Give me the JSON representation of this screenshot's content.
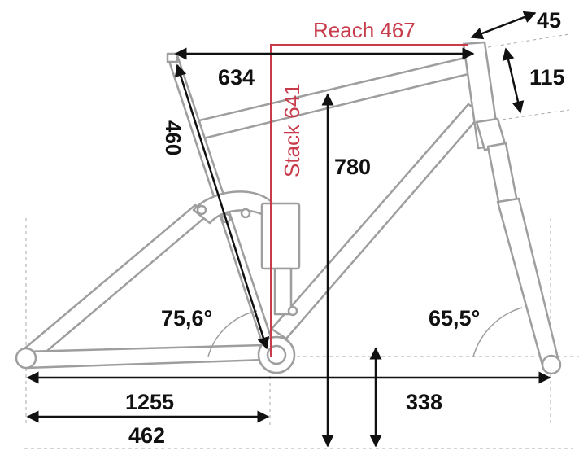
{
  "labels": {
    "reach": "Reach 467",
    "stack": "Stack 641",
    "top_tube": "634",
    "seat_tube": "460",
    "stem_offset": "45",
    "head_tube": "115",
    "standover": "780",
    "seat_angle": "75,6°",
    "head_angle": "65,5°",
    "wheelbase": "1255",
    "front_center": "338",
    "chainstay": "462"
  },
  "colors": {
    "frame": "#9e9e9e",
    "dimension": "#111111",
    "accent": "#c83b4b",
    "guide": "#a8a8a8"
  }
}
